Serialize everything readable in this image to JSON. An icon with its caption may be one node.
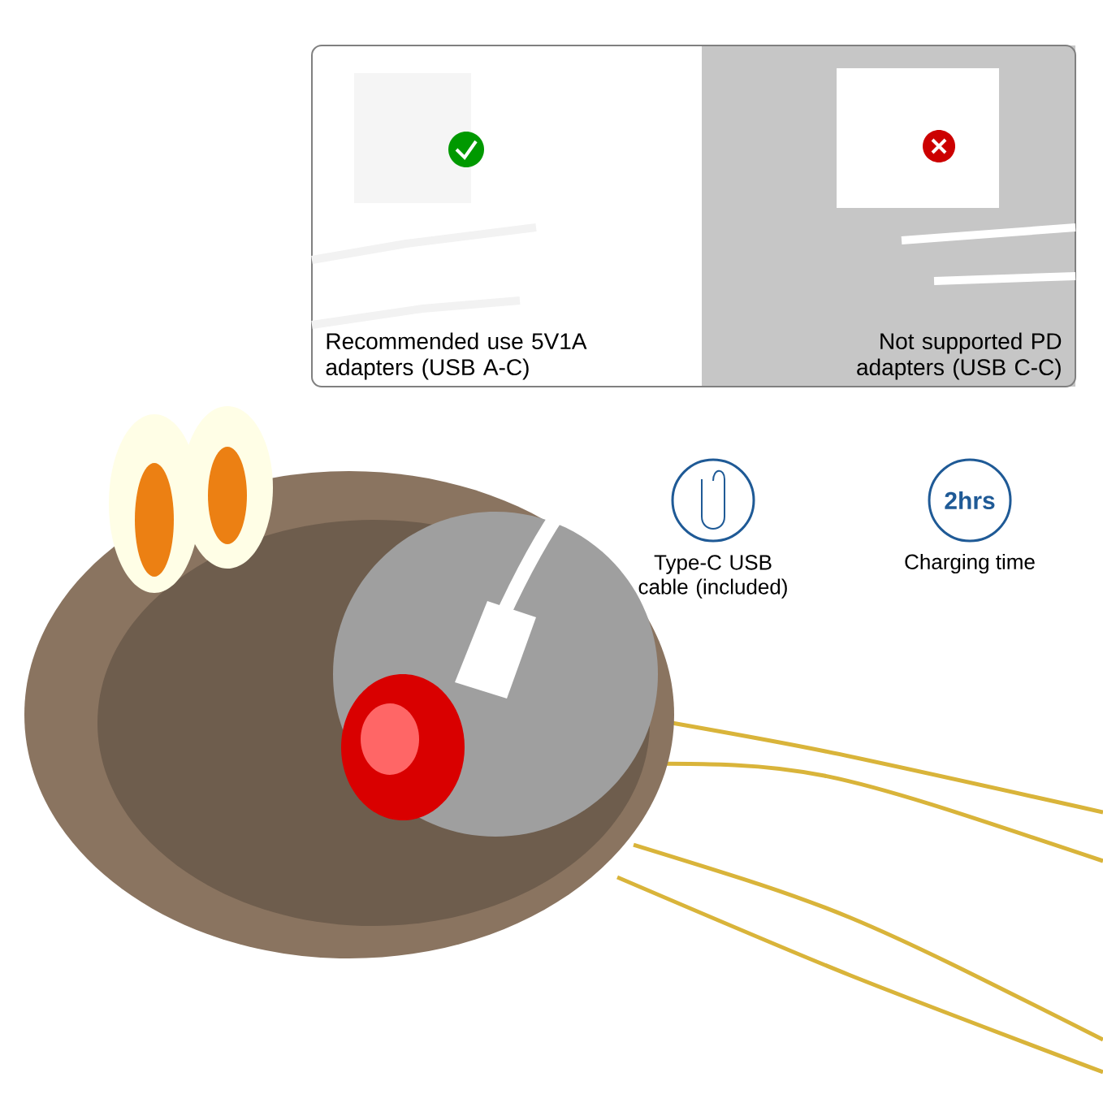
{
  "diagram": {
    "nodes": [
      {
        "text": [
          "Recommended use 5V1A adapters (USB A-C)"
        ]
      },
      {
        "text": [
          "Not supported PD adapters (USB C-C)"
        ]
      },
      {
        "text": [],
        "shape": "circle",
        "beside": [
          "Type-C USB cable (included)"
        ]
      },
      {
        "text": [
          "2hrs"
        ],
        "beside": [
          "Charging time"
        ]
      }
    ]
  }
}
